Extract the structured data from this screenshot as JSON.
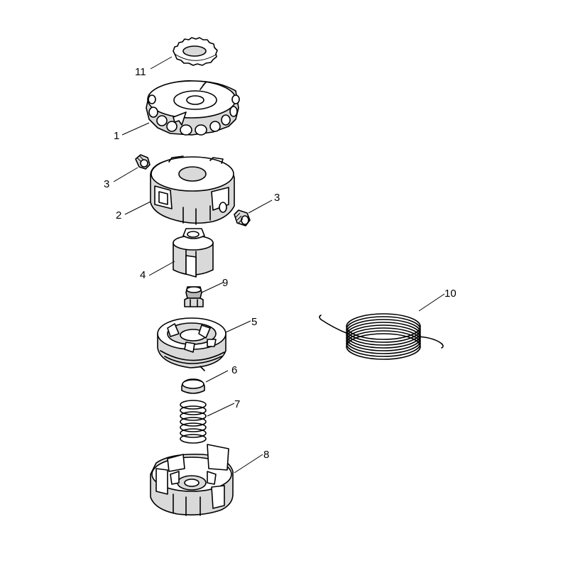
{
  "callouts": [
    {
      "id": "c11",
      "label": "11"
    },
    {
      "id": "c1",
      "label": "1"
    },
    {
      "id": "c3a",
      "label": "3"
    },
    {
      "id": "c3b",
      "label": "3"
    },
    {
      "id": "c2",
      "label": "2"
    },
    {
      "id": "c4",
      "label": "4"
    },
    {
      "id": "c9",
      "label": "9"
    },
    {
      "id": "c5",
      "label": "5"
    },
    {
      "id": "c10",
      "label": "10"
    },
    {
      "id": "c6",
      "label": "6"
    },
    {
      "id": "c7",
      "label": "7"
    },
    {
      "id": "c8",
      "label": "8"
    }
  ]
}
